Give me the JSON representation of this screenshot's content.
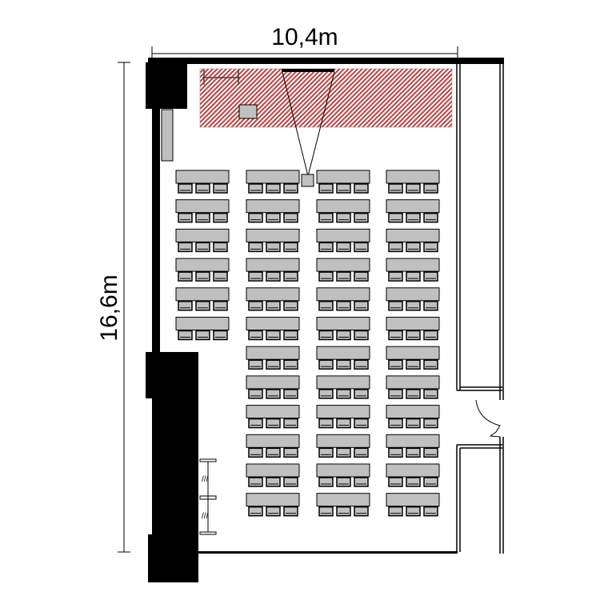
{
  "plan": {
    "width_label": "10,4m",
    "height_label": "16,6m",
    "desk_color": "#c0c0c0",
    "stage_hatch_color": "#c04040",
    "layout": {
      "columns": [
        {
          "name": "column-1",
          "rows": 6,
          "seats_per_desk": 3
        },
        {
          "name": "column-2",
          "rows": 12,
          "seats_per_desk": 3
        },
        {
          "name": "column-3",
          "rows": 12,
          "seats_per_desk": 3
        },
        {
          "name": "column-4",
          "rows": 12,
          "seats_per_desk": 3
        }
      ]
    }
  }
}
